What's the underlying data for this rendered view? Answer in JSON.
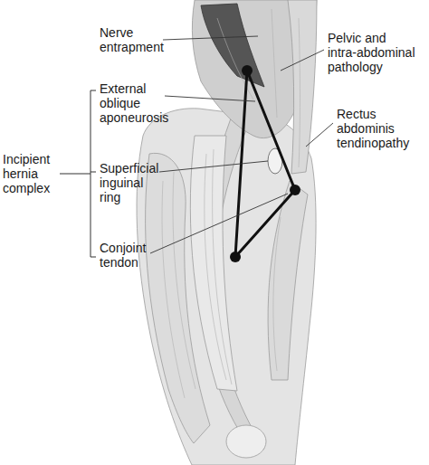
{
  "diagram": {
    "labels": [
      "Nerve entrapment",
      "Pelvic and intra-abdominal pathology",
      "Rectus abdominis tendinopathy",
      "Incipient hernia complex",
      "External oblique aponeurosis",
      "Superficial inguinal ring",
      "Conjoint tendon"
    ]
  }
}
